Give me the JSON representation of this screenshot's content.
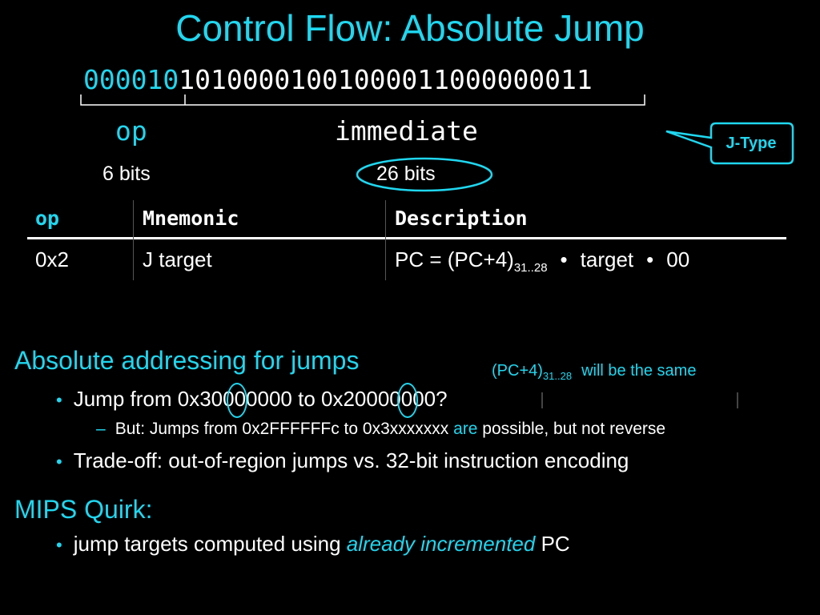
{
  "slide": {
    "title": "Control Flow: Absolute Jump",
    "encoding": {
      "op_bits": "000010",
      "imm_bits": "10100001001000011000000011",
      "op_label": "op",
      "imm_label": "immediate",
      "op_width": "6 bits",
      "imm_width": "26 bits",
      "callout": "J-Type"
    },
    "table": {
      "headers": [
        "op",
        "Mnemonic",
        "Description"
      ],
      "row": {
        "op": "0x2",
        "mnemonic": "J  target",
        "desc_prefix": "PC = (PC+4)",
        "desc_sub": "31..28",
        "desc_dot1": "•",
        "desc_target": "target",
        "desc_dot2": "•",
        "desc_suffix": "00"
      }
    },
    "section1": {
      "heading": "Absolute addressing for jumps",
      "note_prefix": "(PC+4)",
      "note_sub": "31..28",
      "note_suffix": "will be the same",
      "bullet1": "Jump from 0x30000000 to 0x20000000?",
      "sub_bullet_pre": "But: Jumps from 0x2FFFFFFc to 0x3xxxxxxx ",
      "sub_bullet_em": "are",
      "sub_bullet_post": " possible, but not reverse",
      "bullet2": "Trade-off: out-of-region jumps vs. 32-bit instruction encoding"
    },
    "section2": {
      "heading": "MIPS Quirk:",
      "bullet_pre": "jump targets computed using ",
      "bullet_em": "already incremented",
      "bullet_post": " PC"
    },
    "colors": {
      "accent": "#1fd7f0",
      "background": "#000000",
      "text": "#ffffff"
    },
    "bullet_glyph": "•",
    "dash_glyph": "–"
  }
}
